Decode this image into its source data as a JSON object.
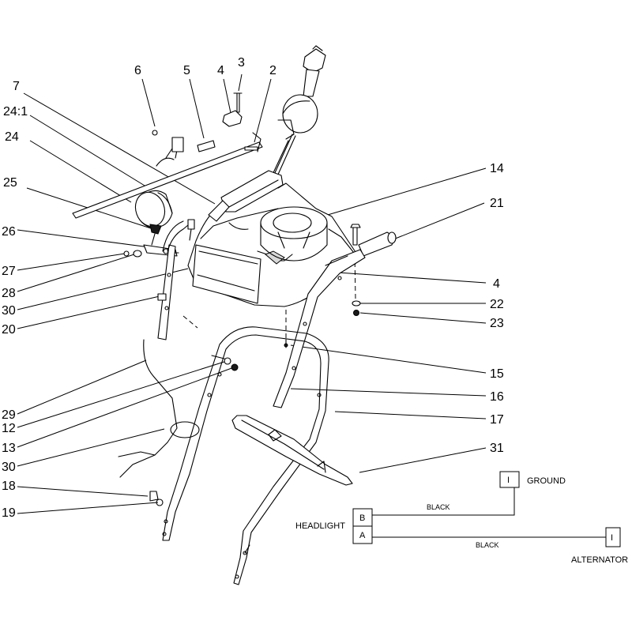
{
  "callouts": {
    "c6": "6",
    "c5": "5",
    "c4a": "4",
    "c3": "3",
    "c2": "2",
    "c7": "7",
    "c24_1": "24:1",
    "c24": "24",
    "c25": "25",
    "c26": "26",
    "c27": "27",
    "c28": "28",
    "c30a": "30",
    "c20": "20",
    "c14": "14",
    "c21": "21",
    "c4b": "4",
    "c22": "22",
    "c23": "23",
    "c15": "15",
    "c16": "16",
    "c17": "17",
    "c29": "29",
    "c12": "12",
    "c13": "13",
    "c30b": "30",
    "c31": "31",
    "c18": "18",
    "c19": "19"
  },
  "wiring": {
    "ground_label": "GROUND",
    "headlight_label": "HEADLIGHT",
    "alternator_label": "ALTERNATOR",
    "terminal_b": "B",
    "terminal_a": "A",
    "ground_terminal": "I",
    "alternator_terminal": "I",
    "wire_top_color": "BLACK",
    "wire_bottom_color": "BLACK"
  }
}
